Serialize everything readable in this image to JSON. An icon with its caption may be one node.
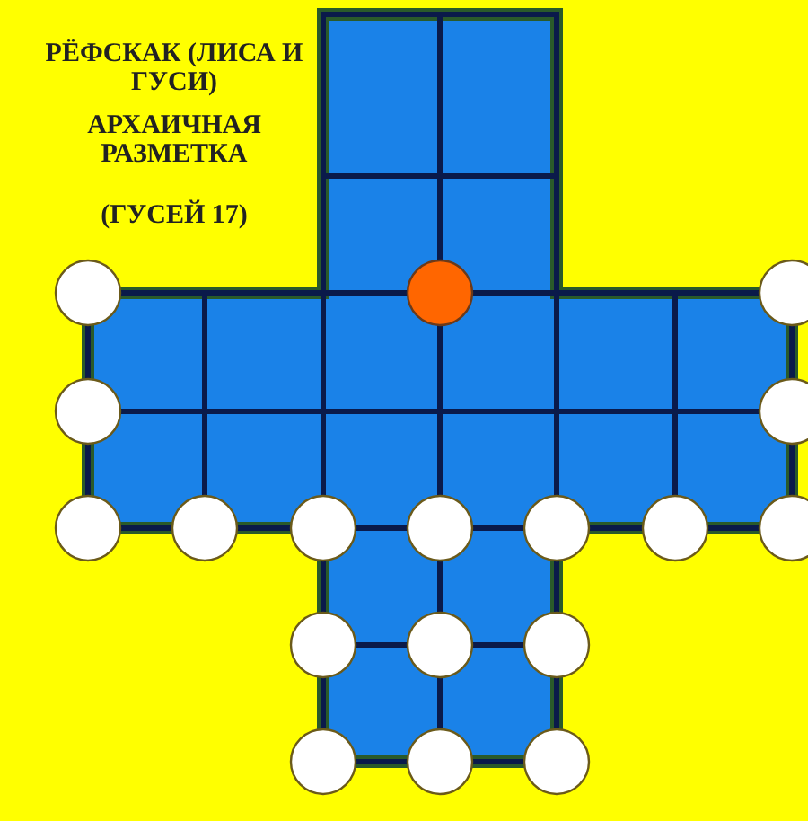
{
  "diagram": {
    "title": "РЁФСКАК (ЛИСА И ГУСИ)",
    "labels": [
      "АРХАИЧНАЯ РАЗМЕТКА",
      "(ГУСЕЙ 17)"
    ]
  }
}
